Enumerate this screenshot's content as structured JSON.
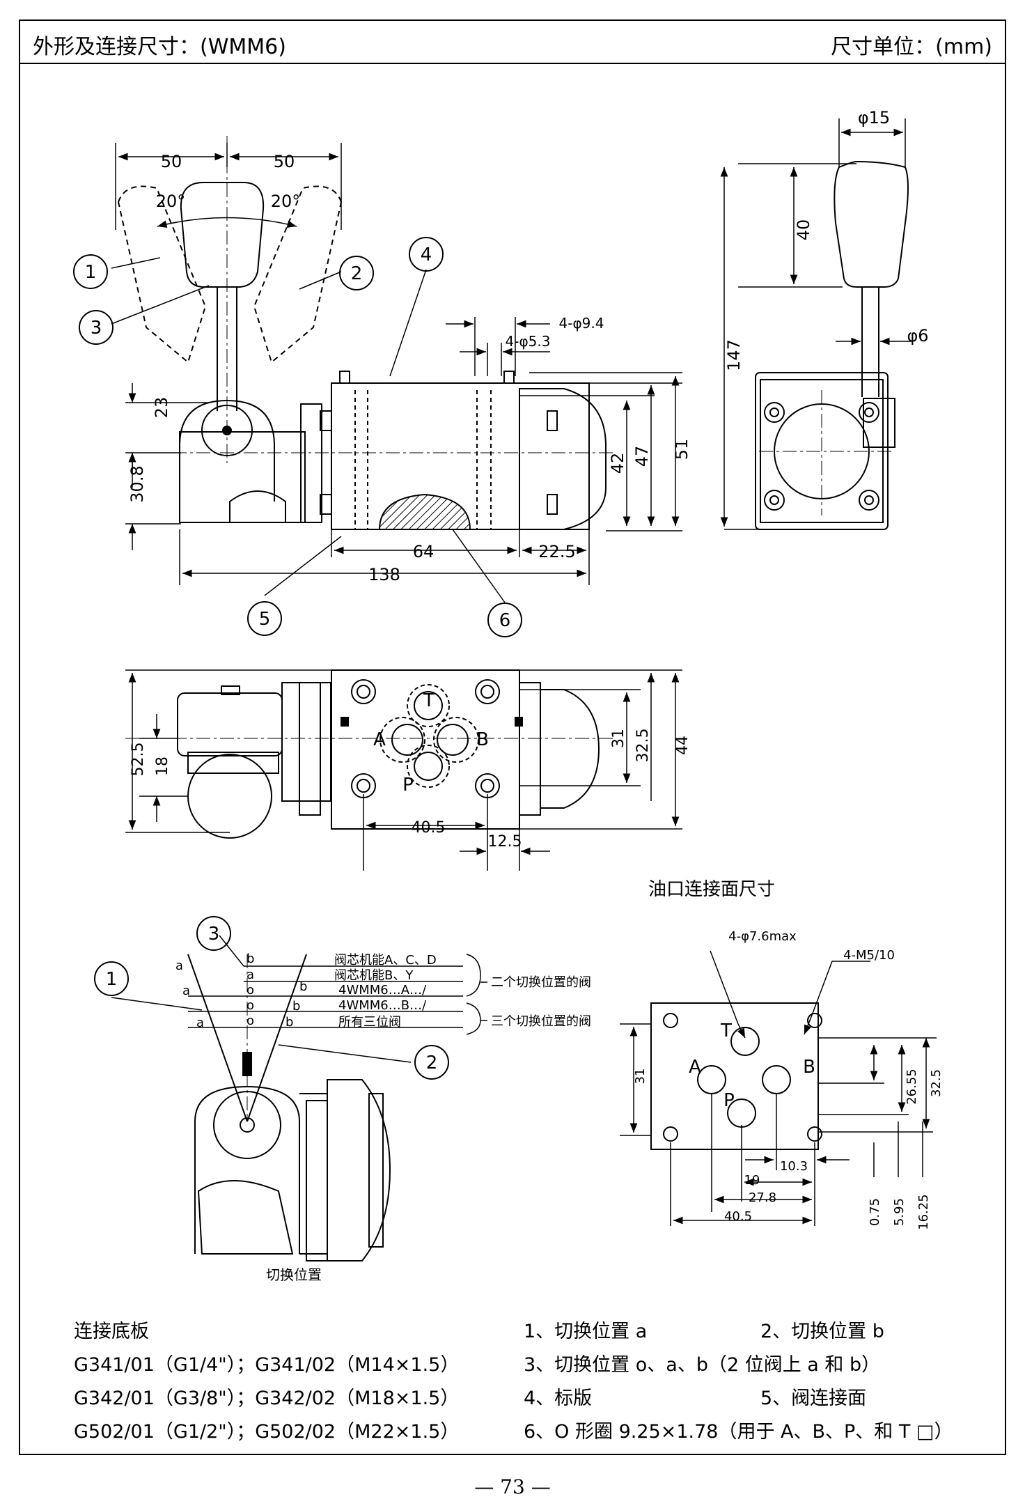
{
  "header": {
    "title": "外形及连接尺寸：(WMM6)",
    "unit": "尺寸单位：(mm)"
  },
  "front_view": {
    "dims": {
      "left50": "50",
      "right50": "50",
      "angle_left": "20°",
      "angle_right": "20°",
      "d23": "23",
      "d30_8": "30.8",
      "d42": "42",
      "d47": "47",
      "d51": "51",
      "d64": "64",
      "d22_5": "22.5",
      "d138": "138",
      "holes_9_4": "4-φ9.4",
      "holes_5_3": "4-φ5.3"
    },
    "callouts": [
      "1",
      "2",
      "3",
      "4",
      "5",
      "6"
    ]
  },
  "side_view": {
    "dims": {
      "d15": "φ15",
      "d40": "40",
      "d147": "147",
      "d6": "φ6"
    }
  },
  "top_view": {
    "ports": {
      "T": "T",
      "A": "A",
      "B": "B",
      "P": "P"
    },
    "dims": {
      "d52_5": "52.5",
      "d18": "18",
      "d31": "31",
      "d32_5": "32.5",
      "d44": "44",
      "d40_5": "40.5",
      "d12_5": "12.5"
    }
  },
  "switch_diagram": {
    "callouts": [
      "3",
      "1",
      "2"
    ],
    "rows": [
      {
        "left": "a",
        "right": "b",
        "text": "阀芯机能A、C、D"
      },
      {
        "left": "",
        "right": "a",
        "text": "阀芯机能B、Y"
      },
      {
        "left": "a",
        "right": "o",
        "extra": "b",
        "text": "4WMM6…A…/"
      },
      {
        "left": "",
        "right": "o",
        "extra": "b",
        "text": "4WMM6…B…/"
      },
      {
        "left": "a",
        "right": "o",
        "extra": "b",
        "text": "所有三位阀"
      }
    ],
    "brace_labels": [
      "二个切换位置的阀",
      "三个切换位置的阀"
    ],
    "caption": "切换位置"
  },
  "port_face": {
    "title": "油口连接面尺寸",
    "labels": {
      "holes": "4-φ7.6max",
      "threads": "4-M5/10"
    },
    "ports": {
      "T": "T",
      "A": "A",
      "B": "B",
      "P": "P"
    },
    "dims": {
      "d31": "31",
      "d32_5": "32.5",
      "d26_55": "26.55",
      "d10_3": "10.3",
      "d19": "19",
      "d27_8": "27.8",
      "d40_5": "40.5",
      "d0_75": "0.75",
      "d5_95": "5.95",
      "d16_25": "16.25"
    }
  },
  "legend": {
    "left": [
      "连接底板",
      "G341/01（G1/4\"）；G341/02（M14×1.5）",
      "G342/01（G3/8\"）；G342/02（M18×1.5）",
      "G502/01（G1/2\"）；G502/02（M22×1.5）"
    ],
    "right_col1": [
      "1、切换位置 a",
      "3、切换位置 o、a、b（2 位阀上 a 和 b）",
      "4、标版",
      "6、O 形圈 9.25×1.78（用于 A、B、P、和 T □）"
    ],
    "right_col2": [
      "2、切换位置 b",
      "",
      "5、阀连接面",
      ""
    ]
  },
  "page_number": "— 73 —"
}
